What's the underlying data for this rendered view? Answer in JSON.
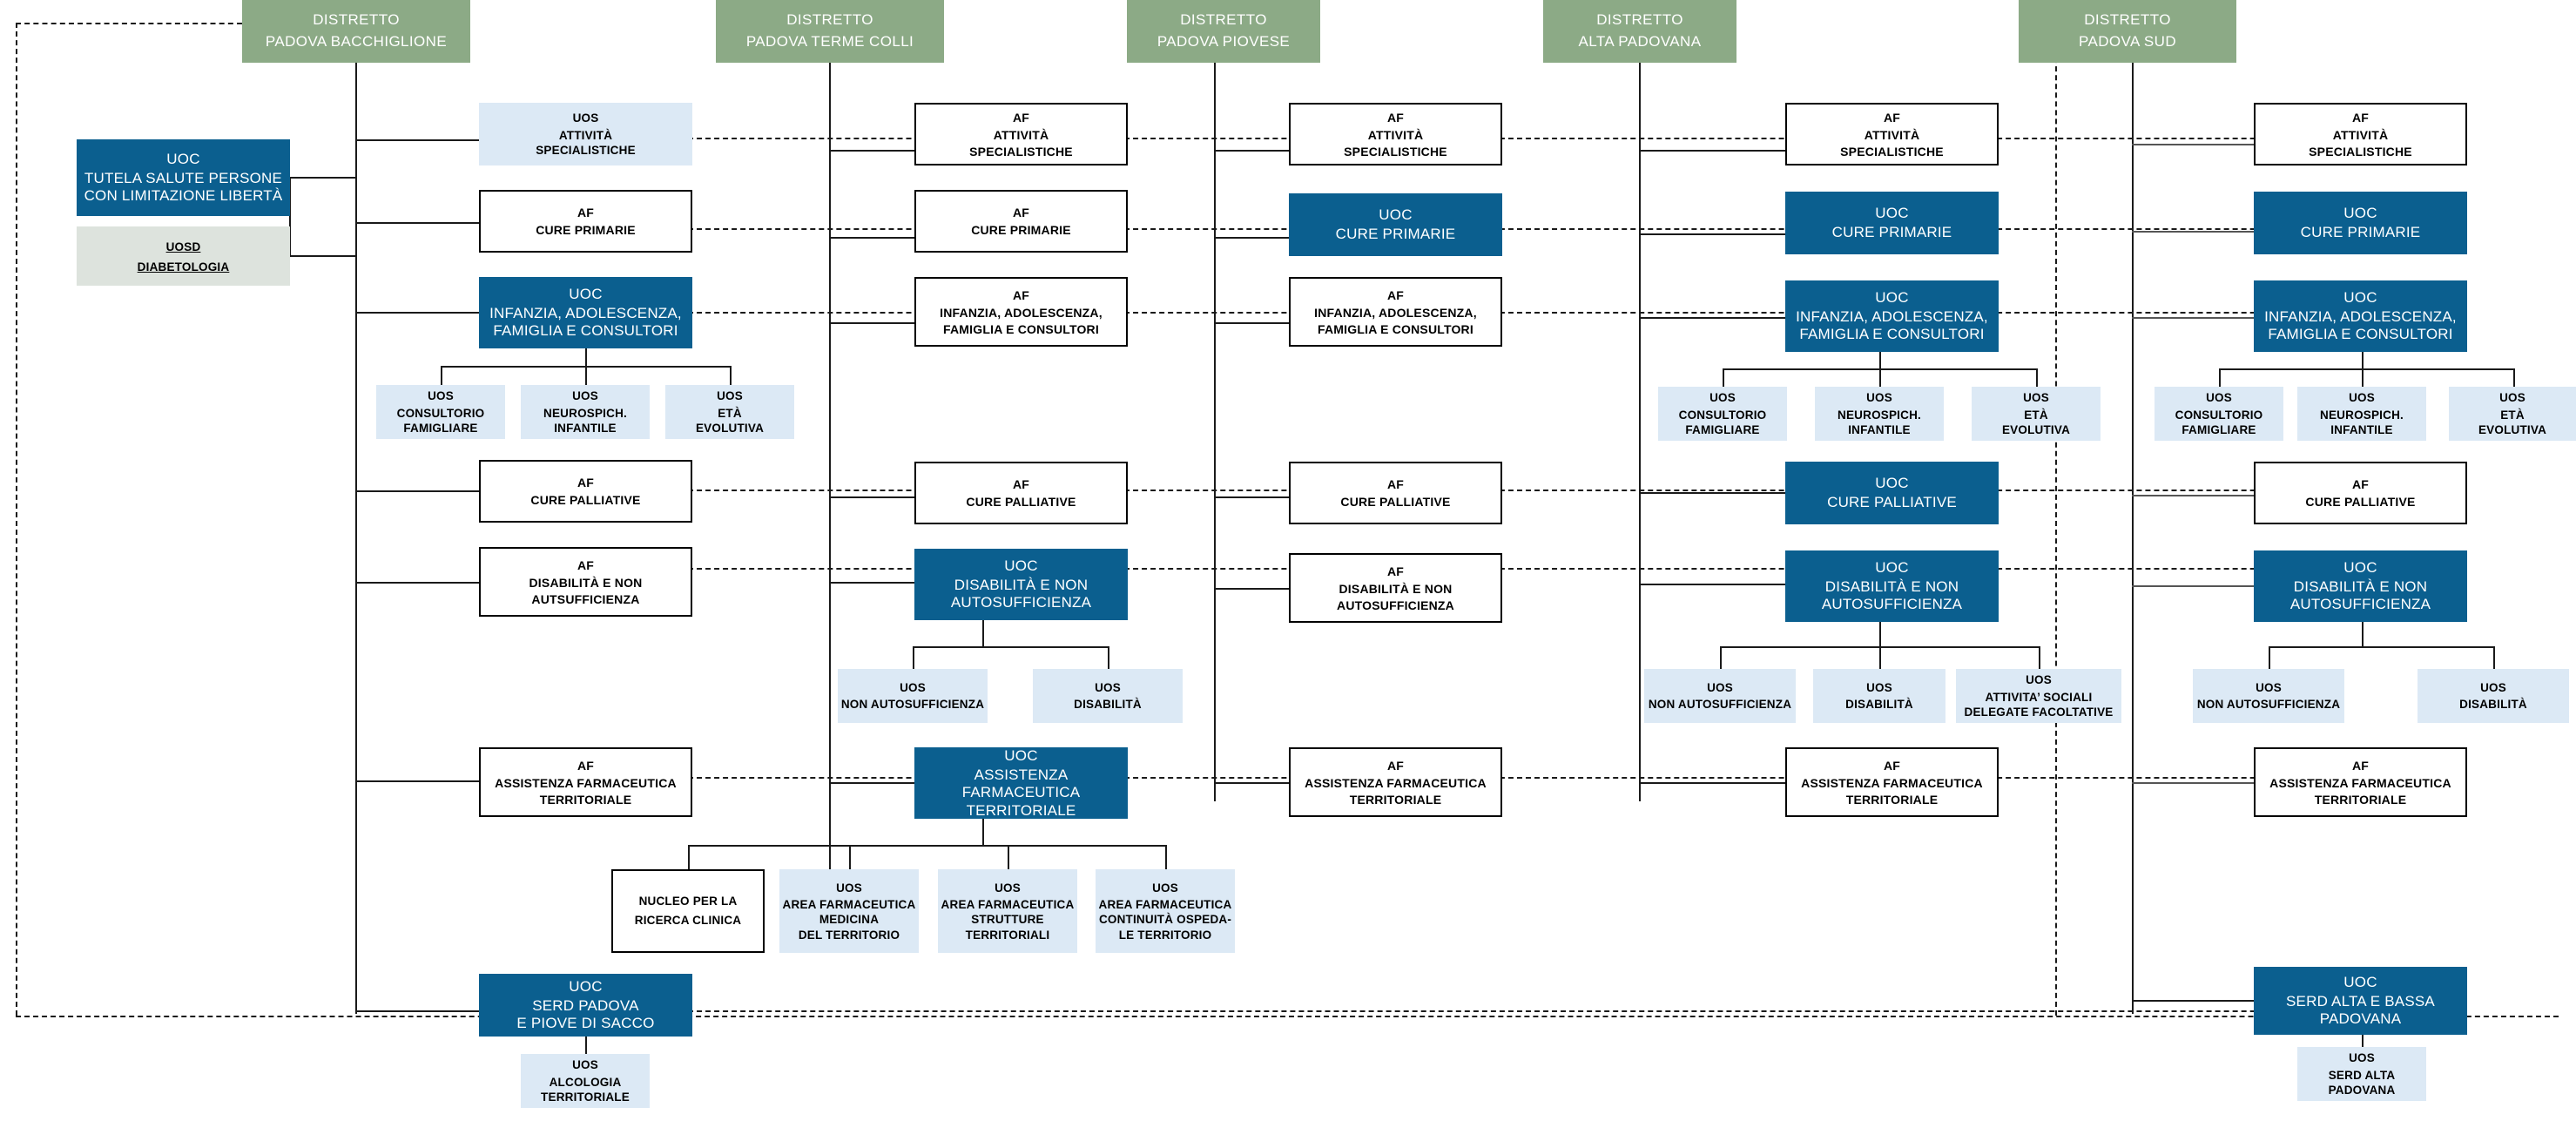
{
  "districts": [
    {
      "line1": "DISTRETTO",
      "line2": "PADOVA BACCHIGLIONE"
    },
    {
      "line1": "DISTRETTO",
      "line2": "PADOVA TERME COLLI"
    },
    {
      "line1": "DISTRETTO",
      "line2": "PADOVA PIOVESE"
    },
    {
      "line1": "DISTRETTO",
      "line2": "ALTA PADOVANA"
    },
    {
      "line1": "DISTRETTO",
      "line2": "PADOVA SUD"
    }
  ],
  "left": {
    "uoc_tutela": {
      "type": "UOC",
      "line2": "TUTELA SALUTE PERSONE\nCON LIMITAZIONE LIBERTÀ"
    },
    "uosd_diabetologia": {
      "type": "UOSD",
      "line2": "DIABETOLOGIA"
    }
  },
  "col1": {
    "attivita": {
      "type": "UOS",
      "line2": "ATTIVITÀ\nSPECIALISTICHE"
    },
    "cure_primarie": {
      "type": "AF",
      "line2": "CURE PRIMARIE"
    },
    "infanzia": {
      "type": "UOC",
      "line2": "INFANZIA, ADOLESCENZA,\nFAMIGLIA E CONSULTORI"
    },
    "uos_consultorio": {
      "type": "UOS",
      "line2": "CONSULTORIO\nFAMIGLIARE"
    },
    "uos_neuro": {
      "type": "UOS",
      "line2": "NEUROSPICH.\nINFANTILE"
    },
    "uos_eta": {
      "type": "UOS",
      "line2": "ETÀ\nEVOLUTIVA"
    },
    "cure_palliative": {
      "type": "AF",
      "line2": "CURE PALLIATIVE"
    },
    "disabilita": {
      "type": "AF",
      "line2": "DISABILITÀ E NON\nAUTSUFFICIENZA"
    },
    "farmaceutica": {
      "type": "AF",
      "line2": "ASSISTENZA FARMACEUTICA\nTERRITORIALE"
    },
    "serd": {
      "type": "UOC",
      "line2": "SERD PADOVA\nE PIOVE DI SACCO"
    },
    "uos_alcologia": {
      "type": "UOS",
      "line2": "ALCOLOGIA\nTERRITORIALE"
    }
  },
  "col2": {
    "attivita": {
      "type": "AF",
      "line2": "ATTIVITÀ\nSPECIALISTICHE"
    },
    "cure_primarie": {
      "type": "AF",
      "line2": "CURE PRIMARIE"
    },
    "infanzia": {
      "type": "AF",
      "line2": "INFANZIA, ADOLESCENZA,\nFAMIGLIA E CONSULTORI"
    },
    "cure_palliative": {
      "type": "AF",
      "line2": "CURE PALLIATIVE"
    },
    "disabilita": {
      "type": "UOC",
      "line2": "DISABILITÀ E NON\nAUTOSUFFICIENZA"
    },
    "uos_non_auto": {
      "type": "UOS",
      "line2": "NON AUTOSUFFICIENZA"
    },
    "uos_disabilita": {
      "type": "UOS",
      "line2": "DISABILITÀ"
    },
    "farmaceutica": {
      "type": "UOC",
      "line2": "ASSISTENZA FARMACEUTICA\nTERRITORIALE"
    },
    "nucleo": {
      "type": "PLAIN",
      "line2": "NUCLEO PER LA\nRICERCA CLINICA"
    },
    "uos_area_medicina": {
      "type": "UOS",
      "line2": "AREA FARMACEUTICA\nMEDICINA\nDEL TERRITORIO"
    },
    "uos_area_strutture": {
      "type": "UOS",
      "line2": "AREA FARMACEUTICA\nSTRUTTURE\nTERRITORIALI"
    },
    "uos_area_continuita": {
      "type": "UOS",
      "line2": "AREA FARMACEUTICA\nCONTINUITÀ OSPEDA-\nLE TERRITORIO"
    }
  },
  "col3": {
    "attivita": {
      "type": "AF",
      "line2": "ATTIVITÀ\nSPECIALISTICHE"
    },
    "cure_primarie": {
      "type": "UOC",
      "line2": "CURE PRIMARIE"
    },
    "infanzia": {
      "type": "AF",
      "line2": "INFANZIA, ADOLESCENZA,\nFAMIGLIA E CONSULTORI"
    },
    "cure_palliative": {
      "type": "AF",
      "line2": "CURE PALLIATIVE"
    },
    "disabilita": {
      "type": "AF",
      "line2": "DISABILITÀ E NON\nAUTOSUFFICIENZA"
    },
    "farmaceutica": {
      "type": "AF",
      "line2": "ASSISTENZA FARMACEUTICA\nTERRITORIALE"
    }
  },
  "col4": {
    "attivita": {
      "type": "AF",
      "line2": "ATTIVITÀ\nSPECIALISTICHE"
    },
    "cure_primarie": {
      "type": "UOC",
      "line2": "CURE PRIMARIE"
    },
    "infanzia": {
      "type": "UOC",
      "line2": "INFANZIA, ADOLESCENZA,\nFAMIGLIA E CONSULTORI"
    },
    "uos_consultorio": {
      "type": "UOS",
      "line2": "CONSULTORIO\nFAMIGLIARE"
    },
    "uos_neuro": {
      "type": "UOS",
      "line2": "NEUROSPICH.\nINFANTILE"
    },
    "uos_eta": {
      "type": "UOS",
      "line2": "ETÀ\nEVOLUTIVA"
    },
    "cure_palliative": {
      "type": "UOC",
      "line2": "CURE PALLIATIVE"
    },
    "disabilita": {
      "type": "UOC",
      "line2": "DISABILITÀ E NON\nAUTOSUFFICIENZA"
    },
    "uos_non_auto": {
      "type": "UOS",
      "line2": "NON AUTOSUFFICIENZA"
    },
    "uos_disabilita": {
      "type": "UOS",
      "line2": "DISABILITÀ"
    },
    "uos_attivita_sociali": {
      "type": "UOS",
      "line2": "ATTIVITA’ SOCIALI\nDELEGATE FACOLTATIVE"
    },
    "farmaceutica": {
      "type": "AF",
      "line2": "ASSISTENZA FARMACEUTICA\nTERRITORIALE"
    }
  },
  "col5": {
    "attivita": {
      "type": "AF",
      "line2": "ATTIVITÀ\nSPECIALISTICHE"
    },
    "cure_primarie": {
      "type": "UOC",
      "line2": "CURE PRIMARIE"
    },
    "infanzia": {
      "type": "UOC",
      "line2": "INFANZIA, ADOLESCENZA,\nFAMIGLIA E CONSULTORI"
    },
    "uos_consultorio": {
      "type": "UOS",
      "line2": "CONSULTORIO\nFAMIGLIARE"
    },
    "uos_neuro": {
      "type": "UOS",
      "line2": "NEUROSPICH.\nINFANTILE"
    },
    "uos_eta": {
      "type": "UOS",
      "line2": "ETÀ\nEVOLUTIVA"
    },
    "cure_palliative": {
      "type": "AF",
      "line2": "CURE PALLIATIVE"
    },
    "disabilita": {
      "type": "UOC",
      "line2": "DISABILITÀ E NON\nAUTOSUFFICIENZA"
    },
    "uos_non_auto": {
      "type": "UOS",
      "line2": "NON AUTOSUFFICIENZA"
    },
    "uos_disabilita": {
      "type": "UOS",
      "line2": "DISABILITÀ"
    },
    "farmaceutica": {
      "type": "AF",
      "line2": "ASSISTENZA FARMACEUTICA\nTERRITORIALE"
    },
    "serd": {
      "type": "UOC",
      "line2": "SERD ALTA E  BASSA\nPADOVANA"
    },
    "uos_serd_alta": {
      "type": "UOS",
      "line2": "SERD ALTA\nPADOVANA"
    }
  },
  "colors": {
    "district_green": "#8caa86",
    "uoc_blue": "#0b5f8f",
    "uos_lightblue": "#dce9f5",
    "uosd_grey": "#dde3dd",
    "line": "#1a1a1a"
  }
}
